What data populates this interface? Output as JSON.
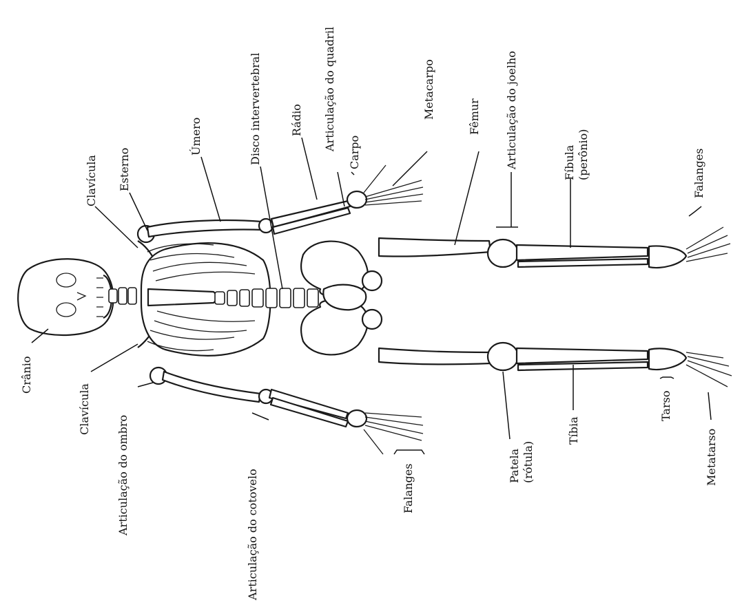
{
  "labels": {
    "cranio": "Crânio",
    "clavicula_top": "Clavícula",
    "clavicula_bottom": "Clavícula",
    "esterno": "Esterno",
    "umero": "Úmero",
    "disco": "Disco intervertebral",
    "radio": "Rádio",
    "quadril": "Articulação do quadril",
    "carpo": "Carpo",
    "metacarpo": "Metacarpo",
    "femur": "Fêmur",
    "joelho": "Articulação do joelho",
    "fibula_1": "Fíbula",
    "fibula_2": "(perônio)",
    "falanges_foot": "Falanges",
    "ombro": "Articulação do ombro",
    "cotovelo": "Articulação do cotovelo",
    "falanges_hand": "Falanges",
    "patela_1": "Patela",
    "patela_2": "(rótula)",
    "tibia": "Tíbia",
    "tarso": "Tarso",
    "metatarso": "Metatarso"
  }
}
